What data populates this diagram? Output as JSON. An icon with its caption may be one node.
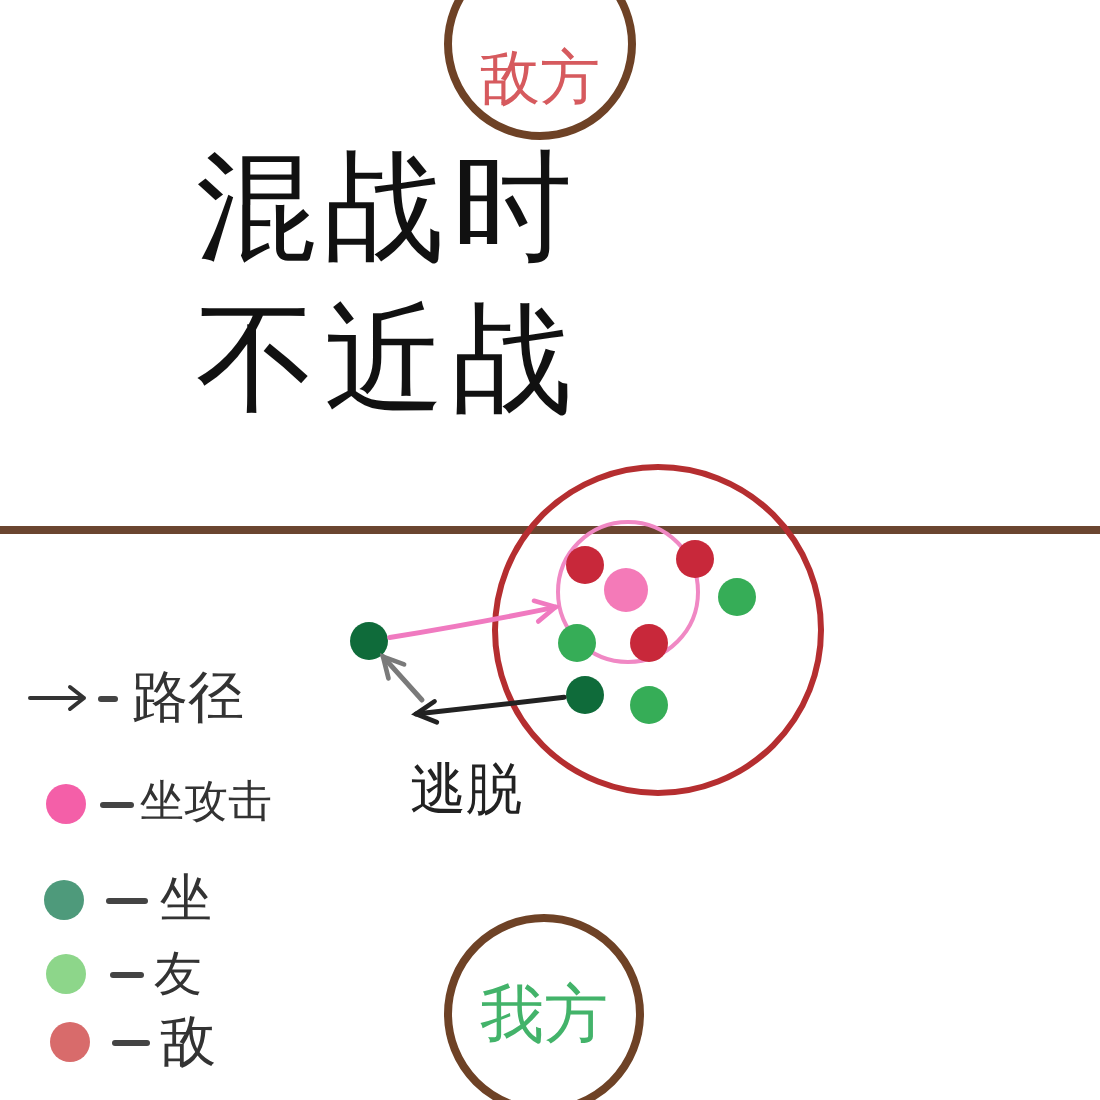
{
  "diagram": {
    "title": "混战时不近战",
    "nodes": [
      {
        "text": [
          "敌方"
        ]
      },
      {
        "text": [],
        "shape": "circle"
      },
      {
        "text": [],
        "shape": "circle",
        "in": 1
      },
      {
        "text": [],
        "shape": "circle",
        "in": 2
      },
      {
        "text": [],
        "shape": "circle",
        "in": 2
      },
      {
        "text": [],
        "shape": "circle",
        "in": 1
      },
      {
        "text": [],
        "shape": "circle",
        "in": 1
      },
      {
        "text": [],
        "shape": "circle",
        "in": 2
      },
      {
        "text": [],
        "shape": "circle",
        "in": 2
      },
      {
        "text": [],
        "shape": "circle"
      },
      {
        "text": [],
        "shape": "circle",
        "in": 1
      },
      {
        "text": [],
        "shape": "circle",
        "in": 1
      },
      {
        "text": [
          "我方"
        ]
      }
    ],
    "edges": [
      {
        "from": 9,
        "to": 2,
        "arrow": "to",
        "color": "#f07ac0"
      },
      {
        "from": 10,
        "to": null,
        "arrow": "to",
        "label": "逃脱",
        "color": "#222222"
      },
      {
        "from": null,
        "to": 9,
        "arrow": "to",
        "color": "#7a7a7a"
      }
    ],
    "legend": [
      {
        "text": "路径"
      },
      {
        "text": "坐攻击",
        "color": "#f45fa8"
      },
      {
        "text": "坐",
        "color": "#4e9a7b"
      },
      {
        "text": "友",
        "color": "#8dd68a"
      },
      {
        "text": "敌",
        "color": "#d86b6b"
      }
    ]
  }
}
